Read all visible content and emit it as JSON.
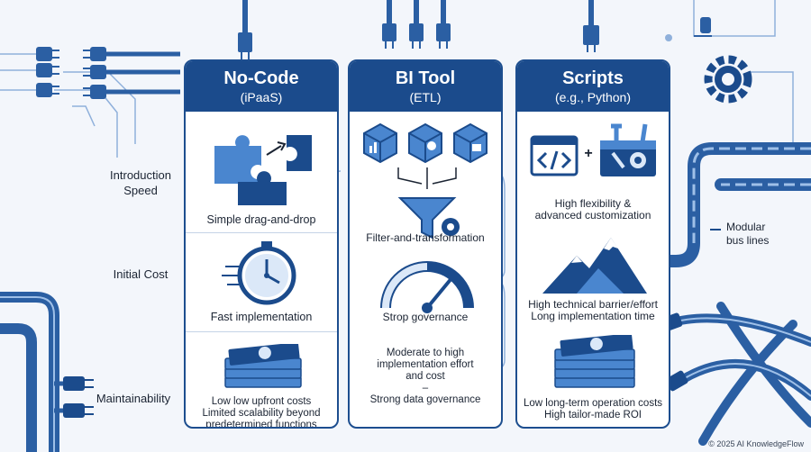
{
  "colors": {
    "navy": "#1b4b8c",
    "accent": "#5b8fd1",
    "light": "#d9e6f7",
    "background": "#f3f6fb"
  },
  "row_labels": [
    "Introduction\nSpeed",
    "Initial Cost",
    "Maintainability"
  ],
  "columns": [
    {
      "title": "No-Code",
      "subtitle": "(iPaaS)",
      "icons": [
        "puzzle-icon",
        "stopwatch-icon",
        "money-stack-icon"
      ],
      "items": [
        "Simple drag-and-drop",
        "Fast implementation",
        "Low low upfront costs\nLimited scalability beyond\npredetermined functions"
      ]
    },
    {
      "title": "BI Tool",
      "subtitle": "(ETL)",
      "icons": [
        "data-cubes-icon",
        "filter-funnel-icon",
        "gauge-icon"
      ],
      "items": [
        "Filter-and-transformation",
        "Strop governance",
        "Moderate to high\nimplementation effort\nand cost\n–\nStrong data governance"
      ]
    },
    {
      "title": "Scripts",
      "subtitle": "(e.g., Python)",
      "icons": [
        "code-window-icon",
        "toolbox-icon",
        "mountain-icon",
        "money-stack-icon"
      ],
      "items": [
        "High flexibility &\nadvanced customization",
        "High technical barrier/effort\nLong implementation time",
        "Low long-term operation costs\nHigh tailor-made ROI"
      ]
    }
  ],
  "side_label": "Modular\nbus lines",
  "copyright": "© 2025 AI KnowledgeFlow"
}
